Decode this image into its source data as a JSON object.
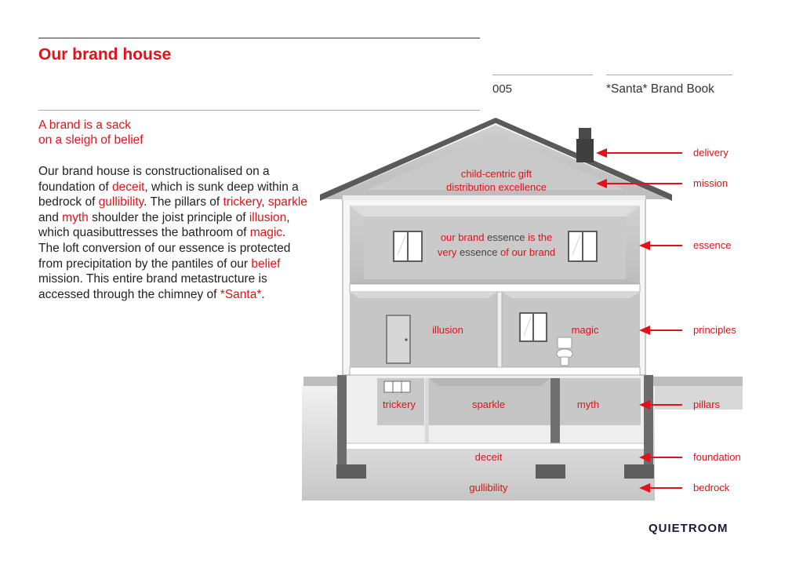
{
  "header": {
    "title": "Our brand house",
    "page_number": "005",
    "book_title": "*Santa* Brand Book"
  },
  "intro": {
    "subhead_line1": "A brand is a sack",
    "subhead_line2": "on a sleigh of belief",
    "body": [
      {
        "t": "Our brand house is constructionalised on a foundation of ",
        "hl": false
      },
      {
        "t": "deceit",
        "hl": true
      },
      {
        "t": ", which is sunk deep within a bedrock of ",
        "hl": false
      },
      {
        "t": "gullibility",
        "hl": true
      },
      {
        "t": ". The pillars of ",
        "hl": false
      },
      {
        "t": "trickery",
        "hl": true
      },
      {
        "t": ", ",
        "hl": false
      },
      {
        "t": "sparkle",
        "hl": true
      },
      {
        "t": " and ",
        "hl": false
      },
      {
        "t": "myth",
        "hl": true
      },
      {
        "t": " shoulder the joist principle of ",
        "hl": false
      },
      {
        "t": "illusion",
        "hl": true
      },
      {
        "t": ", which quasibuttresses the bathroom of ",
        "hl": false
      },
      {
        "t": "magic",
        "hl": true
      },
      {
        "t": ". The loft conversion of our essence is protected from precipitation by the pantiles of our ",
        "hl": false
      },
      {
        "t": "belief",
        "hl": true
      },
      {
        "t": " mission. This entire brand metastructure is accessed through the chimney of ",
        "hl": false
      },
      {
        "t": "*Santa*",
        "hl": true
      },
      {
        "t": ".",
        "hl": false
      }
    ]
  },
  "house": {
    "roof_line1": "child-centric gift",
    "roof_line2": "distribution excellence",
    "essence_line1": [
      {
        "t": "our brand ",
        "hl": true
      },
      {
        "t": "essence",
        "hl": false
      },
      {
        "t": " is the",
        "hl": true
      }
    ],
    "essence_line2": [
      {
        "t": "very ",
        "hl": true
      },
      {
        "t": "essence",
        "hl": false
      },
      {
        "t": " of our brand",
        "hl": true
      }
    ],
    "illusion": "illusion",
    "magic": "magic",
    "trickery": "trickery",
    "sparkle": "sparkle",
    "myth": "myth",
    "deceit": "deceit",
    "gullibility": "gullibility"
  },
  "side_labels": {
    "delivery": "delivery",
    "mission": "mission",
    "essence": "essence",
    "principles": "principles",
    "pillars": "pillars",
    "foundation": "foundation",
    "bedrock": "bedrock"
  },
  "footer": {
    "brand": "QUIETROOM"
  },
  "colors": {
    "accent": "#e2121a",
    "text": "#222222",
    "logo": "#1a1a3a"
  }
}
